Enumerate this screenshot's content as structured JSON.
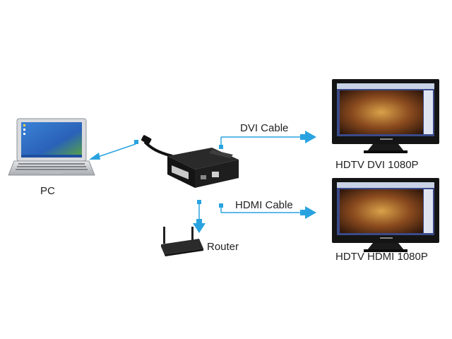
{
  "labels": {
    "pc": "PC",
    "dvi_cable": "DVI Cable",
    "hdmi_cable": "HDMI Cable",
    "router": "Router",
    "tv_dvi": "HDTV DVI 1080P",
    "tv_hdmi": "HDTV HDMI 1080P"
  },
  "colors": {
    "accent": "#29a3e0",
    "device_black": "#1a1a1a",
    "screen_blue": "#2f6fc4",
    "laptop_silver": "#c9ccd0",
    "text": "#222222"
  },
  "icons": {
    "pc": "laptop-icon",
    "adapter": "usb-multi-display-adapter-icon",
    "router": "wireless-router-icon",
    "tv": "flat-panel-tv-icon"
  }
}
